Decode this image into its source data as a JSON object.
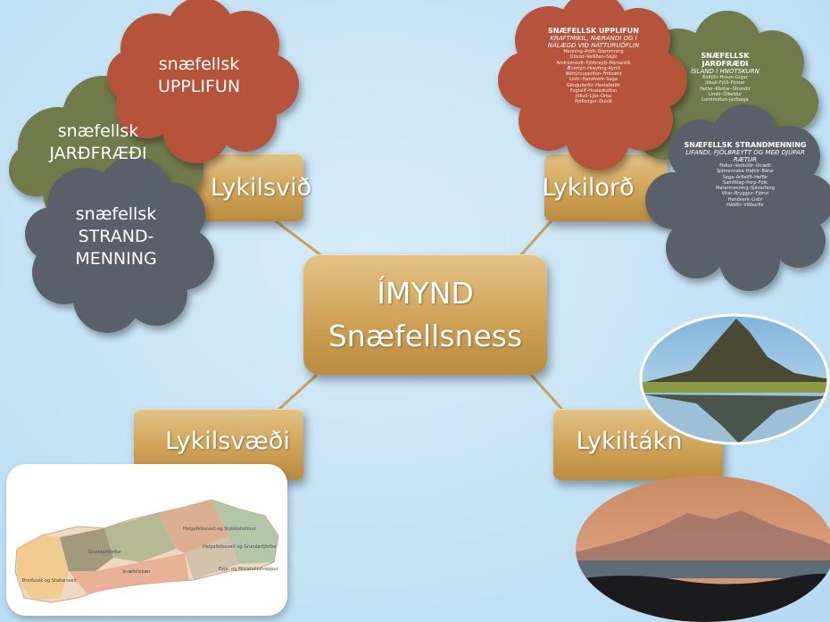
{
  "diagram": {
    "center": {
      "line1": "ÍMYND",
      "line2": "Snæfellsness"
    },
    "branches": {
      "top_left": "Lykilsvið",
      "top_right": "Lykilorð",
      "bottom_left": "Lykilsvæði",
      "bottom_right": "Lykiltákn"
    },
    "clouds_left": [
      {
        "line1": "snæfellsk",
        "line2": "UPPLIFUN",
        "color": "#b5533a"
      },
      {
        "line1": "snæfellsk",
        "line2": "JARÐFRÆÐI",
        "color": "#6f7a4c"
      },
      {
        "line1": "snæfellsk",
        "line2": "STRAND-",
        "line3": "MENNING",
        "color": "#5a6169"
      }
    ],
    "clouds_right": [
      {
        "title": "SNÆFELLSK UPPLIFUN",
        "subtitle": "KRAFTMIKIL, NÆRANDI OG Í NÁLÆGÐ VIÐ NÁTTÚRUÖFLIN",
        "color": "#b5533a",
        "lines": [
          "Menning–Þrótt–Stemmning",
          "Útivist–Vellíðan–Skjól",
          "Andrúmsloft–Fjölbreytt–Rómantík",
          "Ævintýri–Hreyfing–Kyrrð",
          "Náttúruupplifun–Friðsæld",
          "Listir–Handverk–Saga",
          "Gönguferðir–Hestaferðir",
          "Fuglalíf–Hvalaskoðun",
          "Jökull–Ljós–Orka",
          "Þjóðsögur–Dulúð"
        ]
      },
      {
        "title": "SNÆFELLSK JARÐFRÆÐI",
        "subtitle": "ÍSLAND Í HNOTSKURN",
        "color": "#6f7a4c",
        "lines": [
          "Eldfjöll–Hraun–Gígar",
          "Jökull–Fjöll–Fossar",
          "Hellar–Klettar–Strandir",
          "Lindir–Ölkeldur",
          "Landmótun–Jarðsaga"
        ]
      },
      {
        "title": "SNÆFELLSK STRANDMENNING",
        "subtitle": "LIFANDI, FJÖLBREYTT OG MEÐ DJÚPAR RÆTUR",
        "color": "#5a6169",
        "lines": [
          "Fiskur–Verbúðir–Útræði",
          "Sjómennska–Hafnir–Bátar",
          "Saga–Arfleifð–Hefðir",
          "Samfélag–Þorp–Fólk",
          "Matarmenning–Sjávarfang",
          "Vitar–Bryggjur–Fjörur",
          "Handverk–Listir",
          "Hátíðir–Viðburðir"
        ]
      }
    ],
    "map": {
      "regions": [
        "Helgafellssveit og Stykkishólmur",
        "Grundarfjörður",
        "Snæfellsbær",
        "Eyja- og Miklaholtshreppur",
        "Helgafellssveit og Grundarfjörður",
        "Breiðuvík og Staðarsveit"
      ]
    },
    "colors": {
      "box": "#cfa357",
      "line": "#c9a15a"
    }
  }
}
